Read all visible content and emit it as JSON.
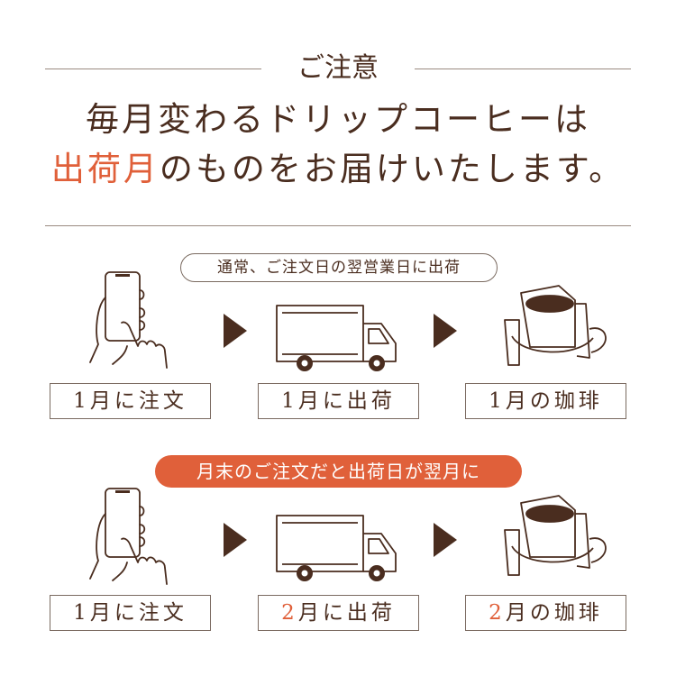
{
  "heading": "ご注意",
  "message": {
    "line1": "毎月変わるドリップコーヒーは",
    "line2_accent": "出荷月",
    "line2_rest": "のものをお届けいたします。"
  },
  "colors": {
    "text": "#4a2d1f",
    "accent": "#e0603a"
  },
  "normal": {
    "note": "通常、ご注文日の翌営業日に出荷",
    "steps": [
      {
        "icon": "smartphone-hand-icon",
        "num": "1",
        "label": "月に注文"
      },
      {
        "icon": "truck-icon",
        "num": "1",
        "label": "月に出荷"
      },
      {
        "icon": "drip-coffee-icon",
        "num": "1",
        "label": "月の珈琲"
      }
    ]
  },
  "month_end": {
    "note": "月末のご注文だと出荷日が翌月に",
    "steps": [
      {
        "icon": "smartphone-hand-icon",
        "num": "1",
        "label": "月に注文"
      },
      {
        "icon": "truck-icon",
        "num": "2",
        "label": "月に出荷"
      },
      {
        "icon": "drip-coffee-icon",
        "num": "2",
        "label": "月の珈琲"
      }
    ]
  }
}
